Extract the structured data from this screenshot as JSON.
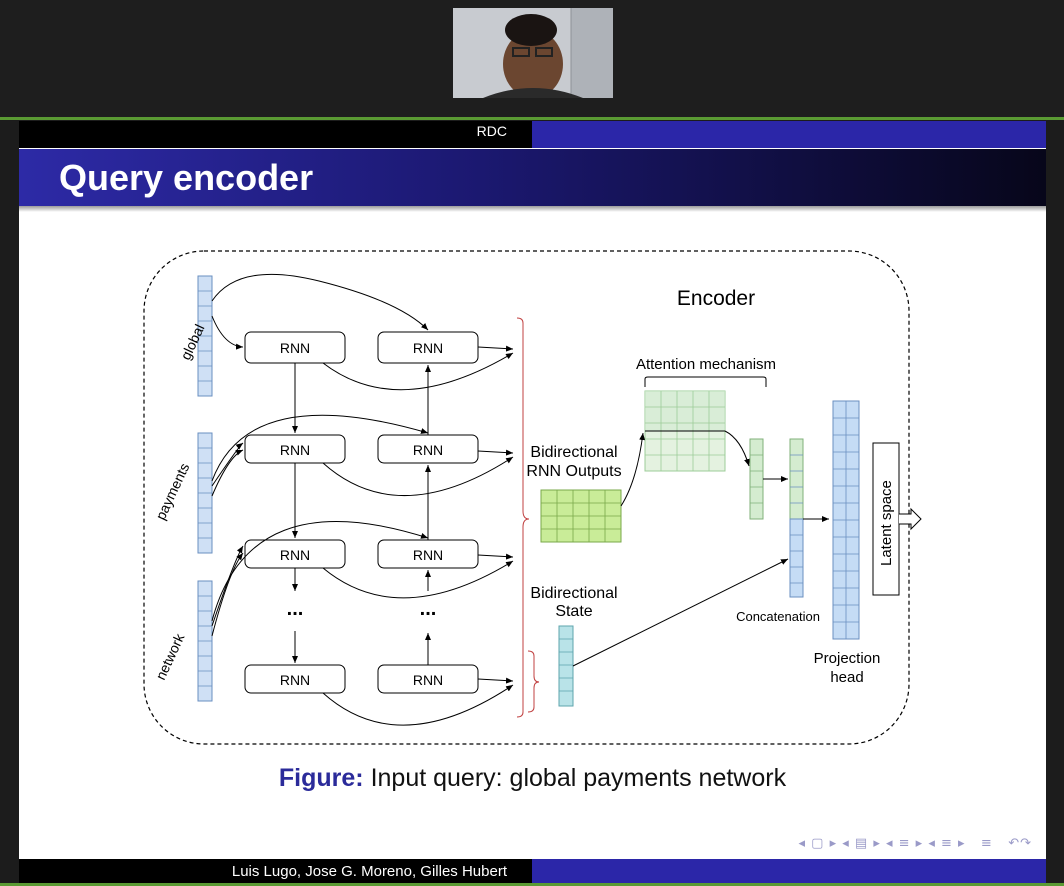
{
  "header": {
    "short_title": "RDC"
  },
  "slide": {
    "title": "Query encoder"
  },
  "diagram": {
    "encoder_label": "Encoder",
    "inputs": [
      "global",
      "payments",
      "network"
    ],
    "rnn_label": "RNN",
    "ellipsis": "...",
    "bidirectional_outputs": [
      "Bidirectional",
      "RNN Outputs"
    ],
    "bidirectional_state": [
      "Bidirectional",
      "State"
    ],
    "attention_label": "Attention mechanism",
    "concatenation_label": "Concatenation",
    "projection_label": [
      "Projection",
      "head"
    ],
    "latent_label": "Latent space"
  },
  "caption": {
    "label": "Figure:",
    "text": "Input query: global payments network"
  },
  "footer": {
    "authors": "Luis Lugo, Jose G. Moreno, Gilles Hubert"
  },
  "colors": {
    "beamer_blue": "#2b26a8",
    "green_line": "#5a9a33",
    "input_vector": "#cfe0f5",
    "output_green": "#c9ec98"
  }
}
